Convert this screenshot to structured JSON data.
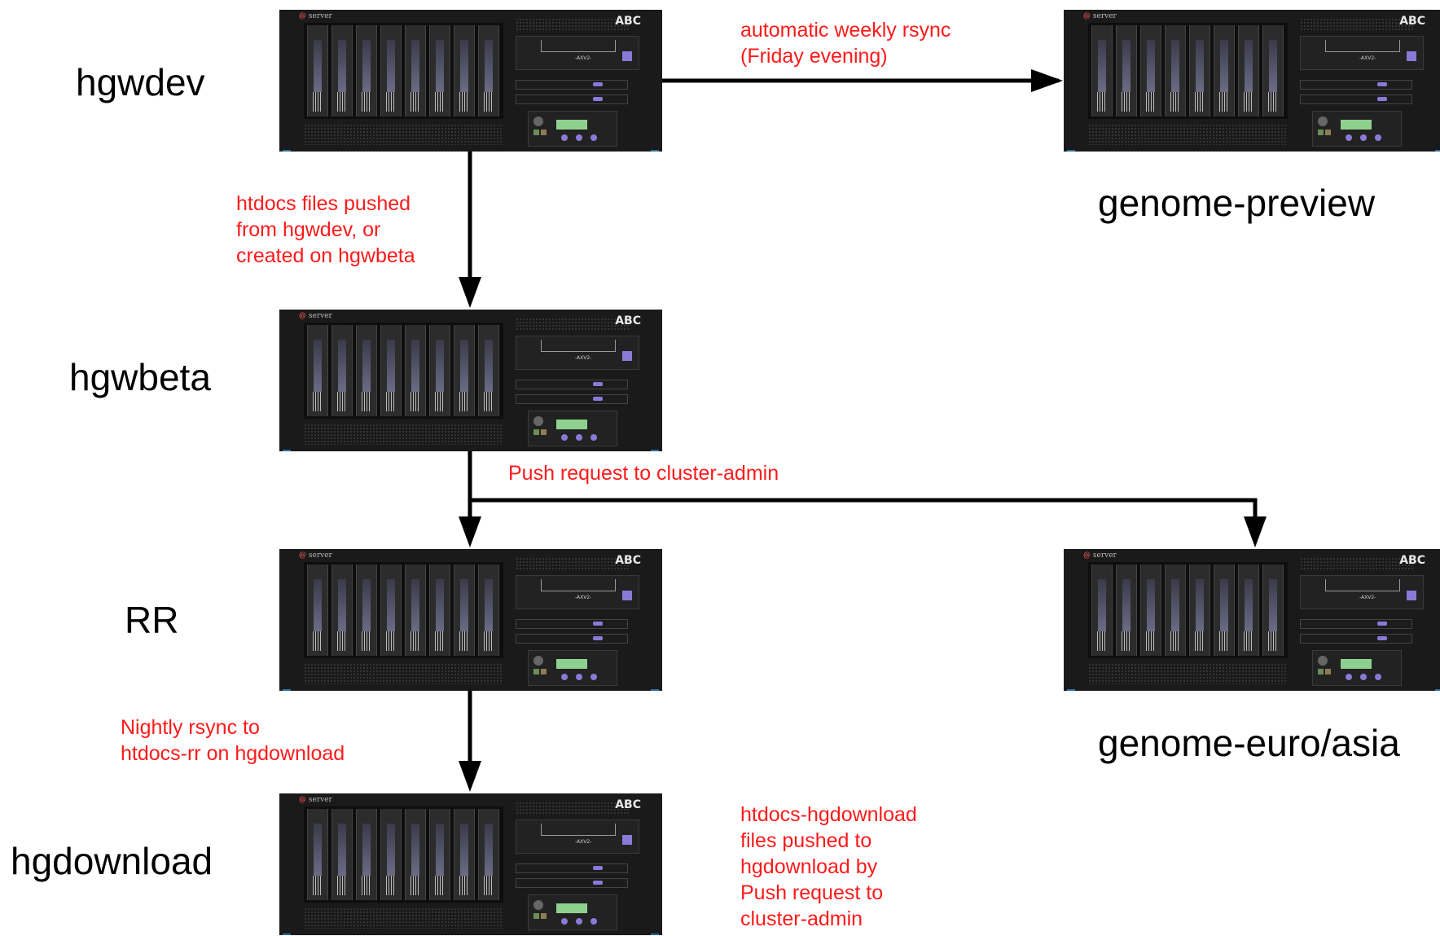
{
  "servers": {
    "hgwdev": "hgwdev",
    "genome_preview": "genome-preview",
    "hgwbeta": "hgwbeta",
    "rr": "RR",
    "genome_euro_asia": "genome-euro/asia",
    "hgdownload": "hgdownload"
  },
  "chassis": {
    "brand": "server",
    "vendor_badge": "ABC",
    "model": "-AXV2-"
  },
  "notes": {
    "rsync_weekly": [
      "automatic weekly rsync",
      "(Friday evening)"
    ],
    "htdocs_push": [
      "htdocs files pushed",
      "from hgwdev, or",
      "created on hgwbeta"
    ],
    "push_request": [
      "Push request to cluster-admin"
    ],
    "nightly_rsync": [
      "Nightly rsync to",
      "htdocs-rr on hgdownload"
    ],
    "hgdownload_push": [
      "htdocs-hgdownload",
      "files pushed to",
      "hgdownload by",
      "Push request to",
      "cluster-admin"
    ]
  },
  "colors": {
    "note_text": "#ff1a1a",
    "label_text": "#000000",
    "arrow": "#000000",
    "chassis": "#1a1a1a",
    "accent_purple": "#8a7ad8",
    "lcd_green": "#8ed18e"
  }
}
